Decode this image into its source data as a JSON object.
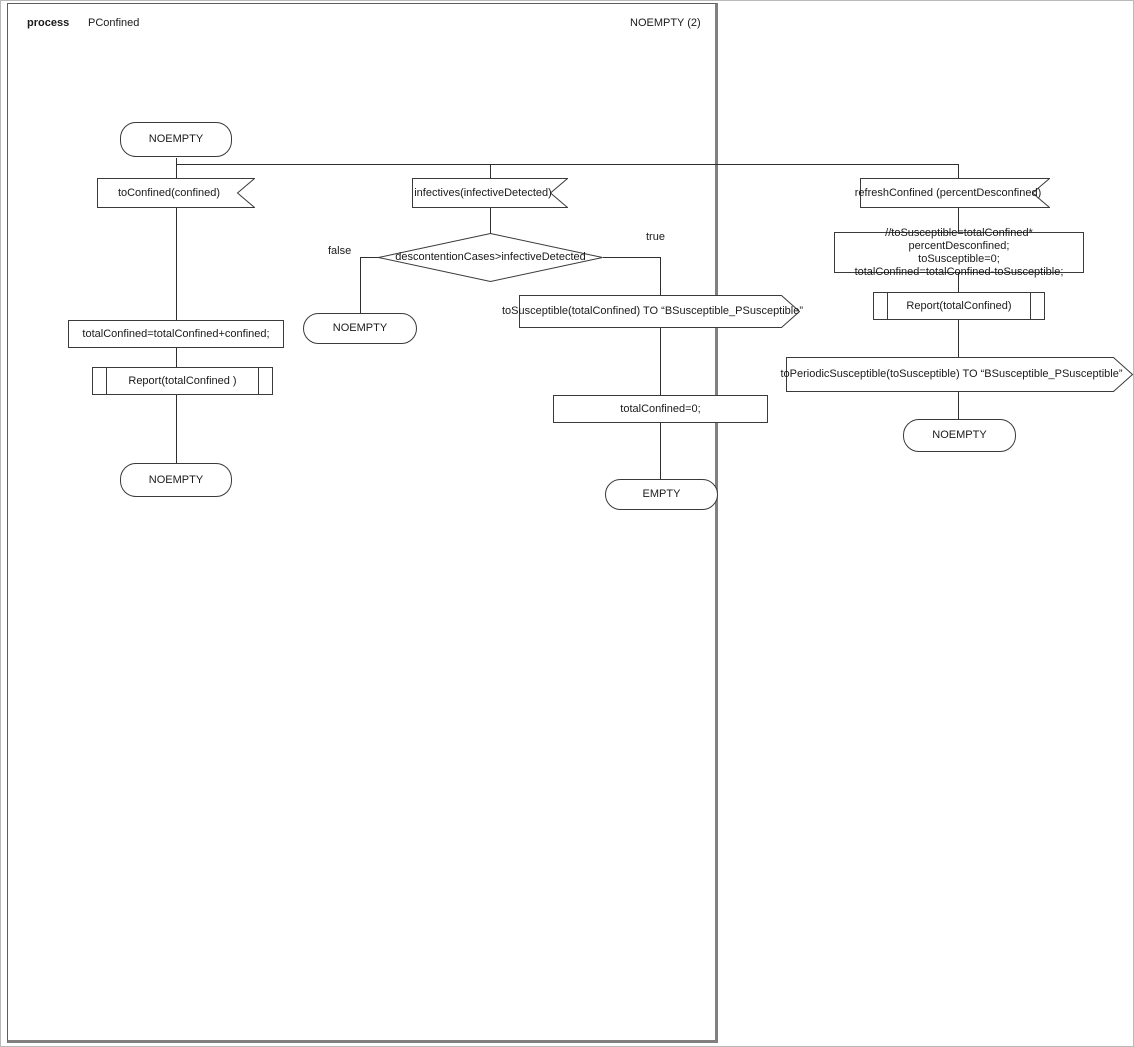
{
  "header": {
    "kind_label": "process",
    "process_name": "PConfined",
    "page_ref": "NOEMPTY (2)"
  },
  "branch_labels": {
    "false_label": "false",
    "true_label": "true"
  },
  "states": {
    "start": "NOEMPTY",
    "false_branch": "NOEMPTY",
    "left_end": "NOEMPTY",
    "middle_end": "EMPTY",
    "right_end": "NOEMPTY"
  },
  "inputs": {
    "to_confined": "toConfined(confined)",
    "infectives": "infectives(infectiveDetected)",
    "refresh_confined": "refreshConfined (percentDesconfined)"
  },
  "decision": {
    "condition": "descontentionCases>infectiveDetected"
  },
  "tasks": {
    "add_confined": "totalConfined=totalConfined+confined;",
    "reset_confined": "totalConfined=0;",
    "refresh_lines": [
      "//toSusceptible=totalConfined* percentDesconfined;",
      "toSusceptible=0;",
      "totalConfined=totalConfined-toSusceptible;"
    ]
  },
  "procedures": {
    "report_left": "Report(totalConfined )",
    "report_right": "Report(totalConfined)"
  },
  "outputs": {
    "to_susceptible": "toSusceptible(totalConfined) TO “BSusceptible_PSusceptible”",
    "to_periodic_susceptible": "toPeriodicSusceptible(toSusceptible) TO “BSusceptible_PSusceptible”"
  },
  "colors": {
    "line": "#2e2e2e",
    "frame_border": "#808080",
    "symbol_stroke": "#3a3a3a",
    "background": "#ffffff"
  }
}
